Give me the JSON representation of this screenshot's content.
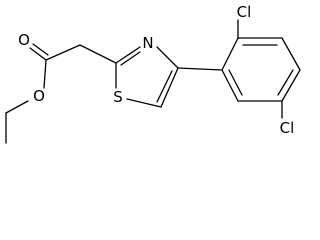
{
  "molecule": {
    "atoms": {
      "carbonyl_oxygen": "O",
      "ester_oxygen": "O",
      "thiazole_nitrogen": "N",
      "thiazole_sulfur": "S",
      "chlorine_ortho": "Cl",
      "chlorine_meta": "Cl"
    }
  }
}
